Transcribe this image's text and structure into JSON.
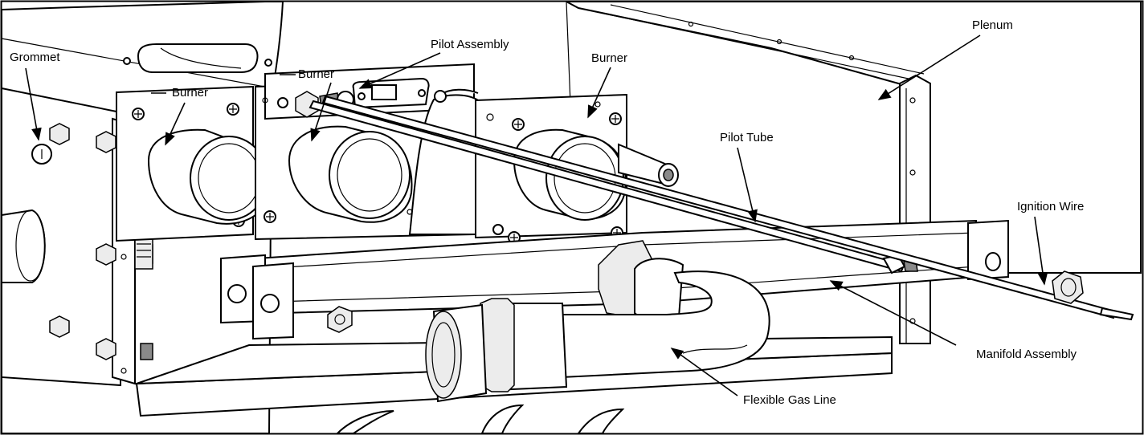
{
  "labels": {
    "grommet": "Grommet",
    "burner_left": "Burner",
    "burner_center": "Burner",
    "burner_right": "Burner",
    "pilot_assembly": "Pilot Assembly",
    "plenum": "Plenum",
    "pilot_tube": "Pilot Tube",
    "ignition_wire": "Ignition Wire",
    "manifold_assembly": "Manifold Assembly",
    "flexible_gas_line": "Flexible Gas Line"
  }
}
